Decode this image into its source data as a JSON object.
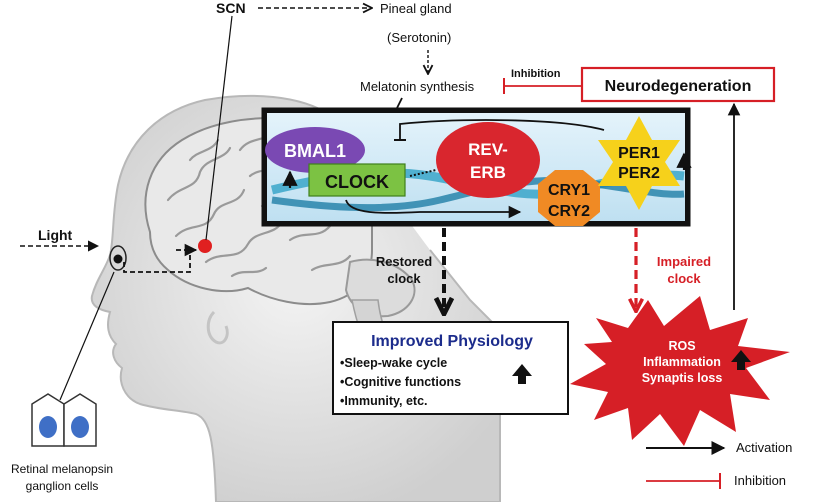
{
  "labels": {
    "scn": "SCN",
    "pineal": "Pineal gland",
    "serotonin": "(Serotonin)",
    "melatonin": "Melatonin synthesis",
    "inhibition_top": "Inhibition",
    "neurodegeneration": "Neurodegeneration",
    "light": "Light",
    "retinal_line1": "Retinal melanopsin",
    "retinal_line2": "ganglion cells",
    "restored_line1": "Restored",
    "restored_line2": "clock",
    "impaired_line1": "Impaired",
    "impaired_line2": "clock"
  },
  "clock_components": {
    "bmal1": "BMAL1",
    "clock": "CLOCK",
    "rev_erb_line1": "REV-",
    "rev_erb_line2": "ERB",
    "cry1": "CRY1",
    "cry2": "CRY2",
    "per1": "PER1",
    "per2": "PER2"
  },
  "improved": {
    "title": "Improved Physiology",
    "items": [
      "•Sleep-wake cycle",
      "•Cognitive functions",
      "•Immunity, etc."
    ]
  },
  "damage_burst": [
    "ROS",
    "Inflammation",
    "Synaptis loss"
  ],
  "legend": {
    "activation": "Activation",
    "inhibition": "Inhibition"
  },
  "colors": {
    "red": "#d61f26",
    "navy": "#1c2c8c",
    "bmal1": "#7a49b3",
    "clock": "#7cc243",
    "rev_erb": "#d9262e",
    "cry": "#f08a24",
    "per": "#f6d11b",
    "panel": "#cfe7f4"
  }
}
